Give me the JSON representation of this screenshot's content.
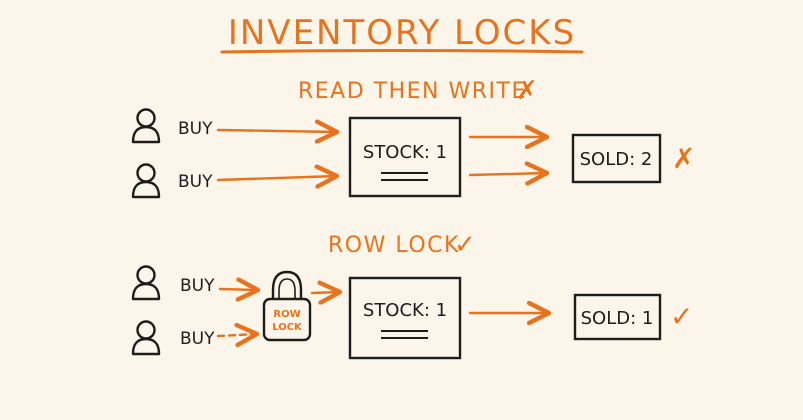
{
  "title": "INVENTORY LOCKS",
  "colors": {
    "accent": "#e8731e",
    "ink": "#1d1d1d",
    "background": "#fbf5ea"
  },
  "scenario_read_then_write": {
    "heading": "READ THEN WRITE",
    "heading_mark": "✗",
    "buyer_1_label": "BUY",
    "buyer_2_label": "BUY",
    "stock_box_label": "STOCK: 1",
    "result_box_label": "SOLD: 2",
    "result_mark": "✗",
    "icons": {
      "buyer": "person-icon",
      "bad": "cross-mark-icon"
    }
  },
  "scenario_row_lock": {
    "heading": "ROW LOCK",
    "heading_mark": "✓",
    "buyer_1_label": "BUY",
    "buyer_2_label": "BUY",
    "lock_label_line1": "ROW",
    "lock_label_line2": "LOCK",
    "stock_box_label": "STOCK: 1",
    "result_box_label": "SOLD: 1",
    "result_mark": "✓",
    "icons": {
      "buyer": "person-icon",
      "lock": "padlock-icon",
      "good": "check-mark-icon"
    }
  }
}
